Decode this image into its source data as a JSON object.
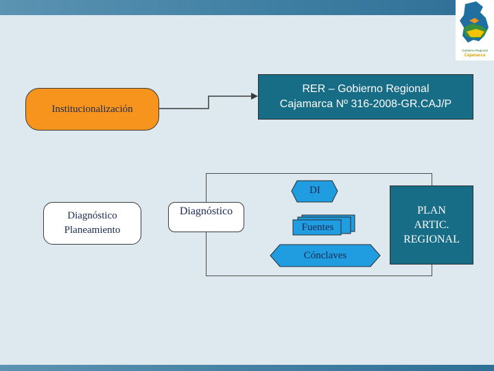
{
  "nodes": {
    "institucionalizacion": "Institucionalización",
    "rer_line1": "RER – Gobierno Regional",
    "rer_line2": "Cajamarca Nº 316-2008-GR.CAJ/P",
    "diag_plan_line1": "Diagnóstico",
    "diag_plan_line2": "Planeamiento",
    "diagnostico": "Diagnóstico",
    "di": "DI",
    "fuentes": "Fuentes",
    "conclaves": "Cónclaves",
    "plan_line1": "PLAN",
    "plan_line2": "ARTIC.",
    "plan_line3": "REGIONAL"
  },
  "logo": {
    "text_line1": "Gobierno Regional",
    "text_line2": "Cajamarca"
  },
  "colors": {
    "background": "#dde8ef",
    "accent_blue": "#176c86",
    "orange": "#f7941d",
    "hexagon_blue": "#1f9de0",
    "text_dark": "#1b2a52"
  }
}
